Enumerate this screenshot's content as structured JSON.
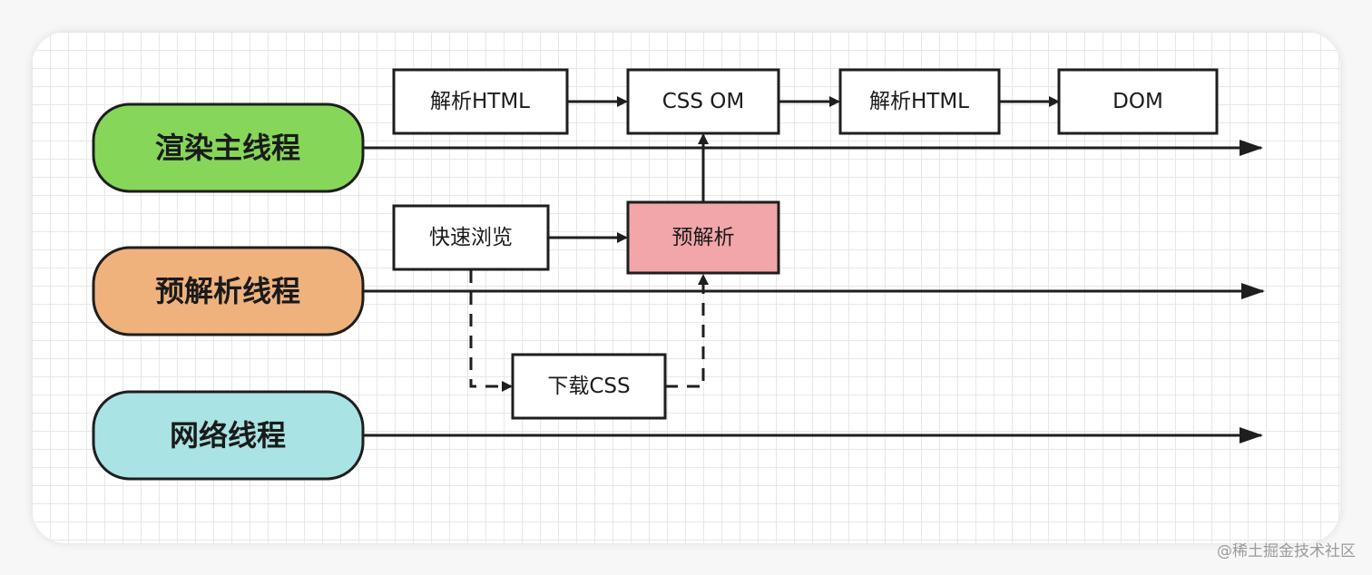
{
  "lanes": {
    "render": {
      "label": "渲染主线程",
      "color": "#86d65a"
    },
    "preparse": {
      "label": "预解析线程",
      "color": "#efb27d"
    },
    "network": {
      "label": "网络线程",
      "color": "#a9e3e3"
    }
  },
  "nodes": {
    "parse_html_1": "解析HTML",
    "css_om": "CSS OM",
    "parse_html_2": "解析HTML",
    "dom": "DOM",
    "quick_browse": "快速浏览",
    "preparse": "预解析",
    "download_css": "下载CSS"
  },
  "colors": {
    "preparse_node": "#f2a6aa",
    "stroke": "#1e1e1e"
  },
  "watermark": "@稀土掘金技术社区"
}
